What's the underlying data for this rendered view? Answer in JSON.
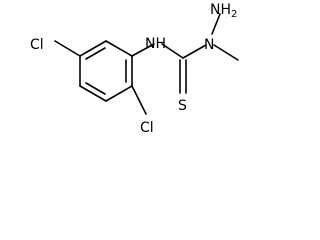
{
  "molecule": {
    "atoms": {
      "cl_left": "Cl",
      "cl_bottom": "Cl",
      "nh": "NH",
      "n_methyl": "N",
      "nh2_n": "NH",
      "nh2_sub": "2",
      "s": "S"
    }
  }
}
